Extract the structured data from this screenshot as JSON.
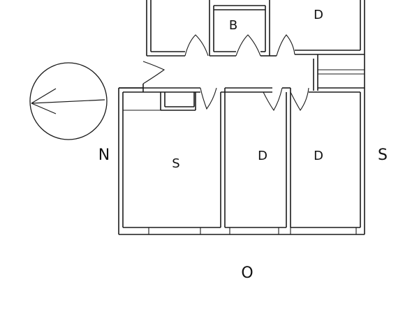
{
  "rooms": {
    "top_center": "B",
    "top_right": "D",
    "bottom_left": "S",
    "bottom_middle": "D",
    "bottom_right": "D"
  },
  "orientation": {
    "north": "N",
    "south": "S",
    "west": "O"
  },
  "icons": {
    "compass": "compass-arrow-icon"
  }
}
